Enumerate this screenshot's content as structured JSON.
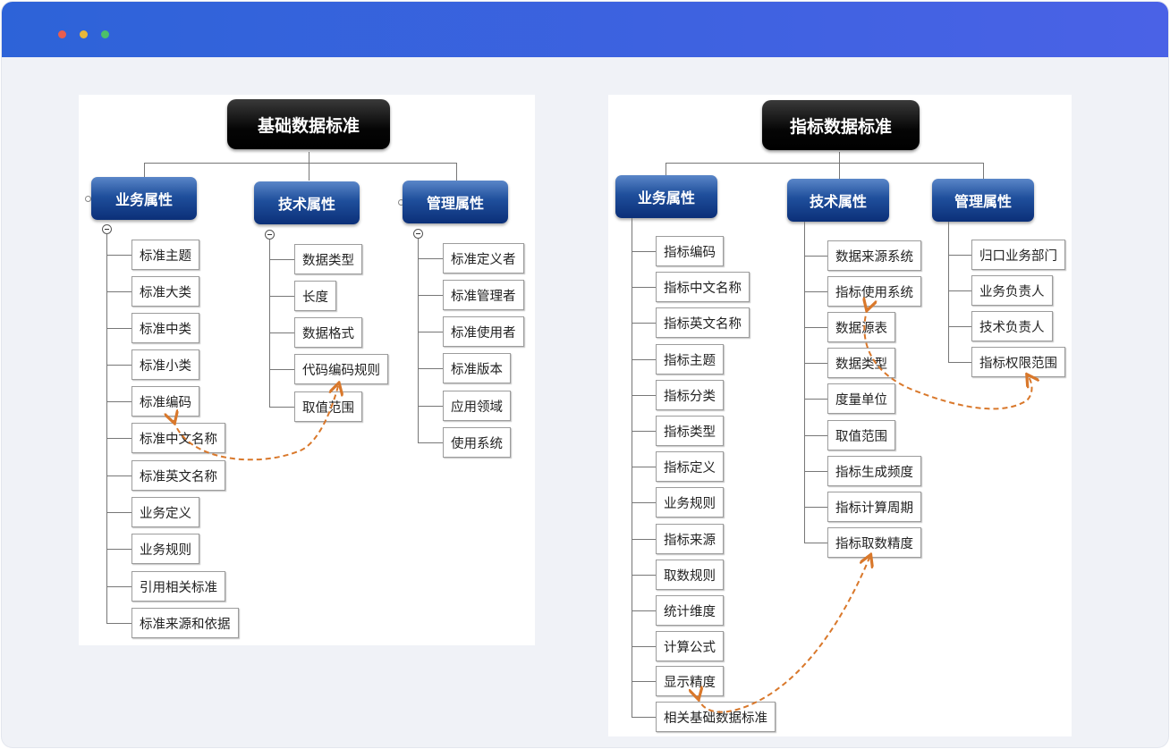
{
  "window": {
    "dots": [
      "#e85d4f",
      "#e8b73a",
      "#4cc06a"
    ]
  },
  "left_diagram": {
    "root": "基础数据标准",
    "categories": [
      {
        "label": "业务属性",
        "items": [
          "标准主题",
          "标准大类",
          "标准中类",
          "标准小类",
          "标准编码",
          "标准中文名称",
          "标准英文名称",
          "业务定义",
          "业务规则",
          "引用相关标准",
          "标准来源和依据"
        ]
      },
      {
        "label": "技术属性",
        "items": [
          "数据类型",
          "长度",
          "数据格式",
          "代码编码规则",
          "取值范围"
        ]
      },
      {
        "label": "管理属性",
        "items": [
          "标准定义者",
          "标准管理者",
          "标准使用者",
          "标准版本",
          "应用领域",
          "使用系统"
        ]
      }
    ]
  },
  "right_diagram": {
    "root": "指标数据标准",
    "categories": [
      {
        "label": "业务属性",
        "items": [
          "指标编码",
          "指标中文名称",
          "指标英文名称",
          "指标主题",
          "指标分类",
          "指标类型",
          "指标定义",
          "业务规则",
          "指标来源",
          "取数规则",
          "统计维度",
          "计算公式",
          "显示精度",
          "相关基础数据标准"
        ]
      },
      {
        "label": "技术属性",
        "items": [
          "数据来源系统",
          "指标使用系统",
          "数据源表",
          "数据类型",
          "度量单位",
          "取值范围",
          "指标生成频度",
          "指标计算周期",
          "指标取数精度"
        ]
      },
      {
        "label": "管理属性",
        "items": [
          "归口业务部门",
          "业务负责人",
          "技术负责人",
          "指标权限范围"
        ]
      }
    ]
  }
}
